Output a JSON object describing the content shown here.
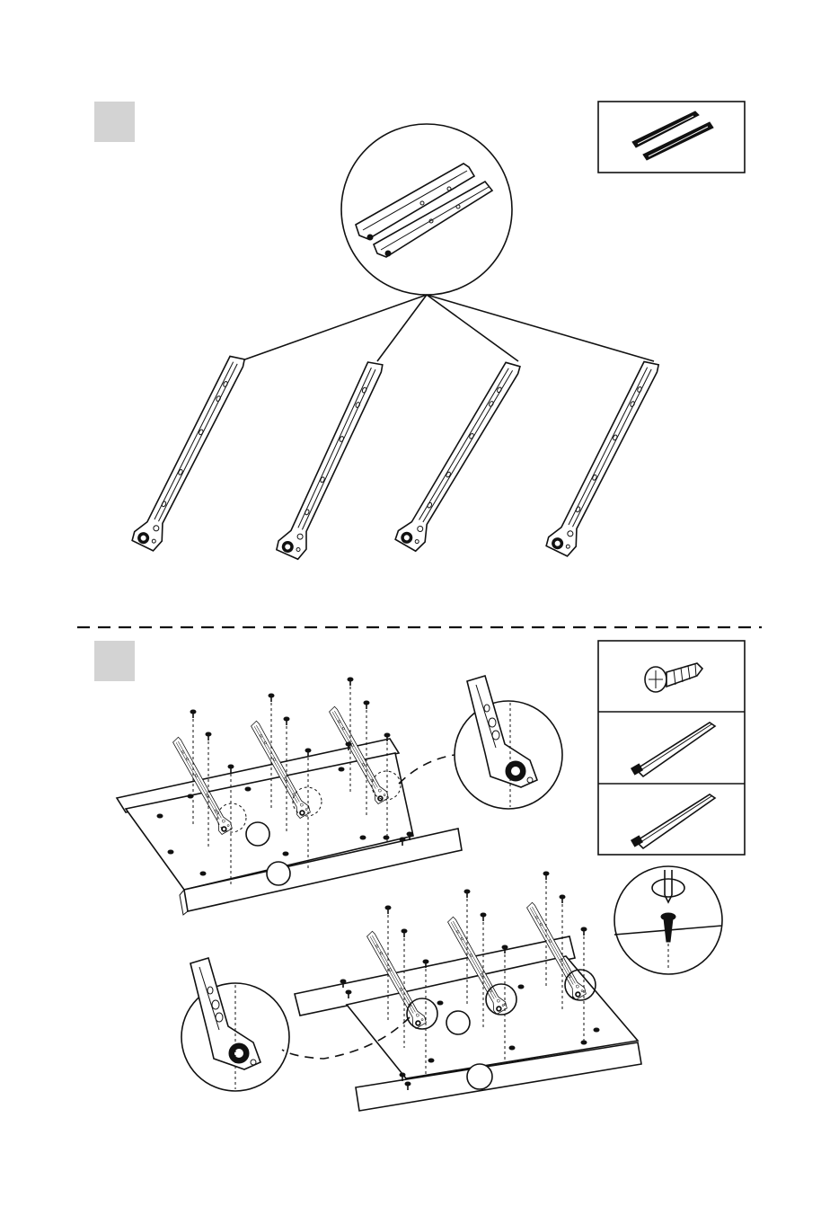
{
  "figure": {
    "title": "",
    "steps": [
      {
        "step_label": "",
        "parts_box_items": [
          "drawer-slide-pair"
        ]
      },
      {
        "step_label": "",
        "parts_box_items": [
          "screw",
          "left-drawer-slide",
          "right-drawer-slide"
        ]
      }
    ],
    "colors": {
      "line": "#111111",
      "step_box": "#d3d3d3",
      "background": "#ffffff"
    }
  }
}
